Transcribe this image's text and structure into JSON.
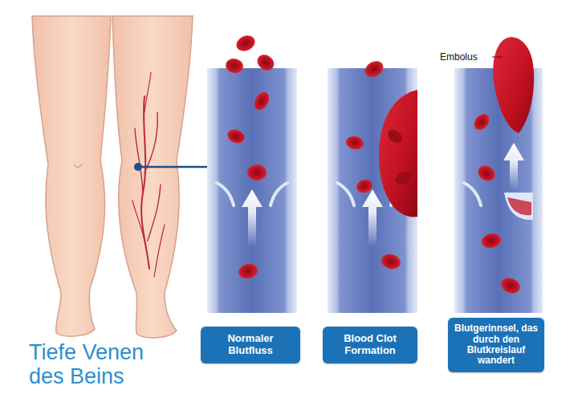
{
  "diagram": {
    "nodes": [
      {
        "text": [
          "Normaler Blutfluss"
        ]
      },
      {
        "text": [
          "Blood Clot Formation"
        ]
      },
      {
        "text": [
          "Blutgerinnsel, das durch den Blutkreislauf wandert"
        ]
      }
    ],
    "edges": [],
    "labels": [
      "Embolus",
      "Tiefe Venen des Beins"
    ]
  }
}
